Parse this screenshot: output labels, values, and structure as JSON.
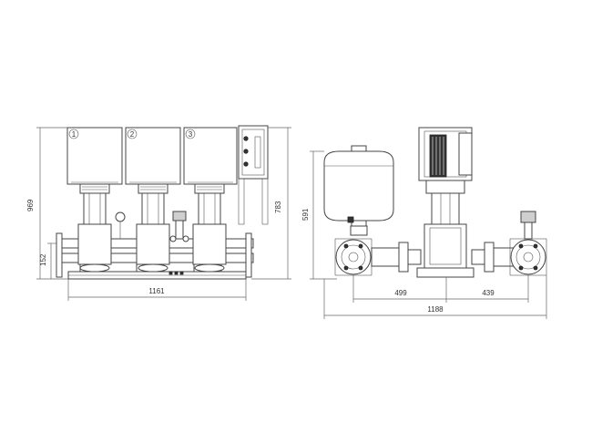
{
  "drawing": {
    "front_view": {
      "pump_labels": [
        "1",
        "2",
        "3"
      ],
      "dim_height_total": "969",
      "dim_height_right": "783",
      "dim_height_pipe": "152",
      "dim_width_base": "1161"
    },
    "side_view": {
      "dim_height_tank": "591",
      "dim_left": "499",
      "dim_right": "439",
      "dim_total": "1188"
    }
  }
}
